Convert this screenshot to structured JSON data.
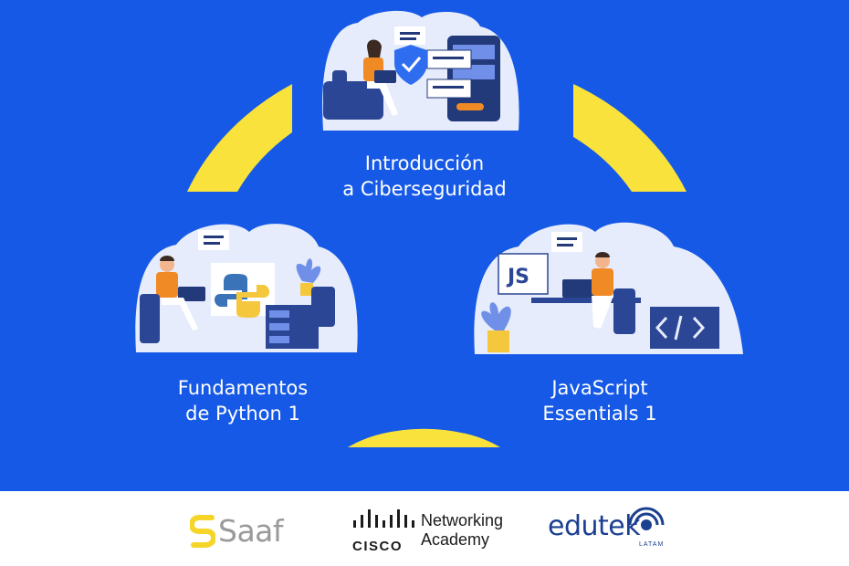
{
  "courses": {
    "cyber": {
      "line1": "Introducción",
      "line2": "a Ciberseguridad"
    },
    "python": {
      "line1": "Fundamentos",
      "line2": "de Python 1"
    },
    "js": {
      "line1": "JavaScript",
      "line2": "Essentials 1",
      "badge": "JS"
    }
  },
  "logos": {
    "saaf": "Saaf",
    "cisco_word": "CISCO",
    "cisco_line1": "Networking",
    "cisco_line2": "Academy",
    "edutek": "edutek",
    "edutek_sub": "LATAM"
  },
  "colors": {
    "background": "#1659e6",
    "arc": "#f8e23b",
    "illustration": "#e6ecfb",
    "accent": "#f08a24",
    "footer": "#ffffff"
  }
}
